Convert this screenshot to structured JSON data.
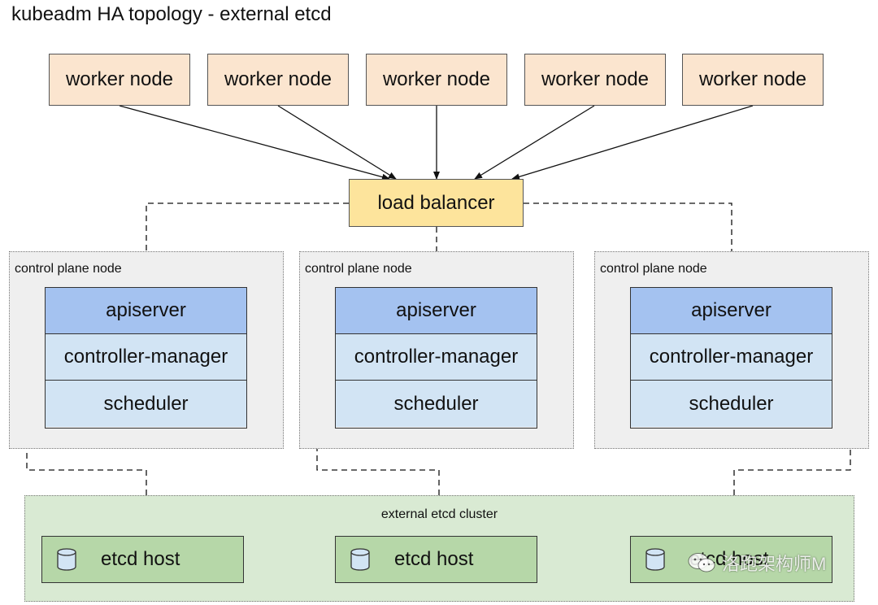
{
  "title": "kubeadm HA topology - external etcd",
  "worker_nodes": [
    "worker node",
    "worker node",
    "worker node",
    "worker node",
    "worker node"
  ],
  "load_balancer": "load balancer",
  "control_plane_nodes": [
    {
      "label": "control plane node",
      "apiserver": "apiserver",
      "controller_manager": "controller-manager",
      "scheduler": "scheduler"
    },
    {
      "label": "control plane node",
      "apiserver": "apiserver",
      "controller_manager": "controller-manager",
      "scheduler": "scheduler"
    },
    {
      "label": "control plane node",
      "apiserver": "apiserver",
      "controller_manager": "controller-manager",
      "scheduler": "scheduler"
    }
  ],
  "etcd_cluster": {
    "label": "external etcd cluster",
    "hosts": [
      "etcd host",
      "etcd host",
      "etcd host"
    ],
    "host_icon": "database-icon"
  },
  "watermark": "洛跑架构师M",
  "colors": {
    "worker_fill": "#fbe5cf",
    "load_balancer_fill": "#fde49c",
    "apiserver_fill": "#a4c2f0",
    "component_fill": "#d2e4f4",
    "control_plane_bg": "#efefef",
    "etcd_cluster_bg": "#d9ead3",
    "etcd_host_fill": "#b6d7a8"
  }
}
